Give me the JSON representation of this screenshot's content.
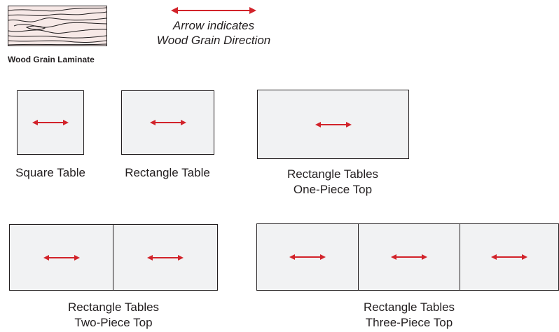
{
  "legend": {
    "wood_label": "Wood Grain Laminate",
    "arrow_line1": "Arrow indicates",
    "arrow_line2": "Wood Grain Direction"
  },
  "tables": [
    {
      "caption": [
        "Square Table"
      ],
      "pieces": 1
    },
    {
      "caption": [
        "Rectangle Table"
      ],
      "pieces": 1
    },
    {
      "caption": [
        "Rectangle Tables",
        "One-Piece Top"
      ],
      "pieces": 1
    },
    {
      "caption": [
        "Rectangle Tables",
        "Two-Piece Top"
      ],
      "pieces": 2
    },
    {
      "caption": [
        "Rectangle Tables",
        "Three-Piece Top"
      ],
      "pieces": 3
    }
  ],
  "colors": {
    "arrow": "#d2232a",
    "outline": "#231f20",
    "table_fill": "#f1f2f3",
    "wood_fill": "#f7e9e7"
  }
}
